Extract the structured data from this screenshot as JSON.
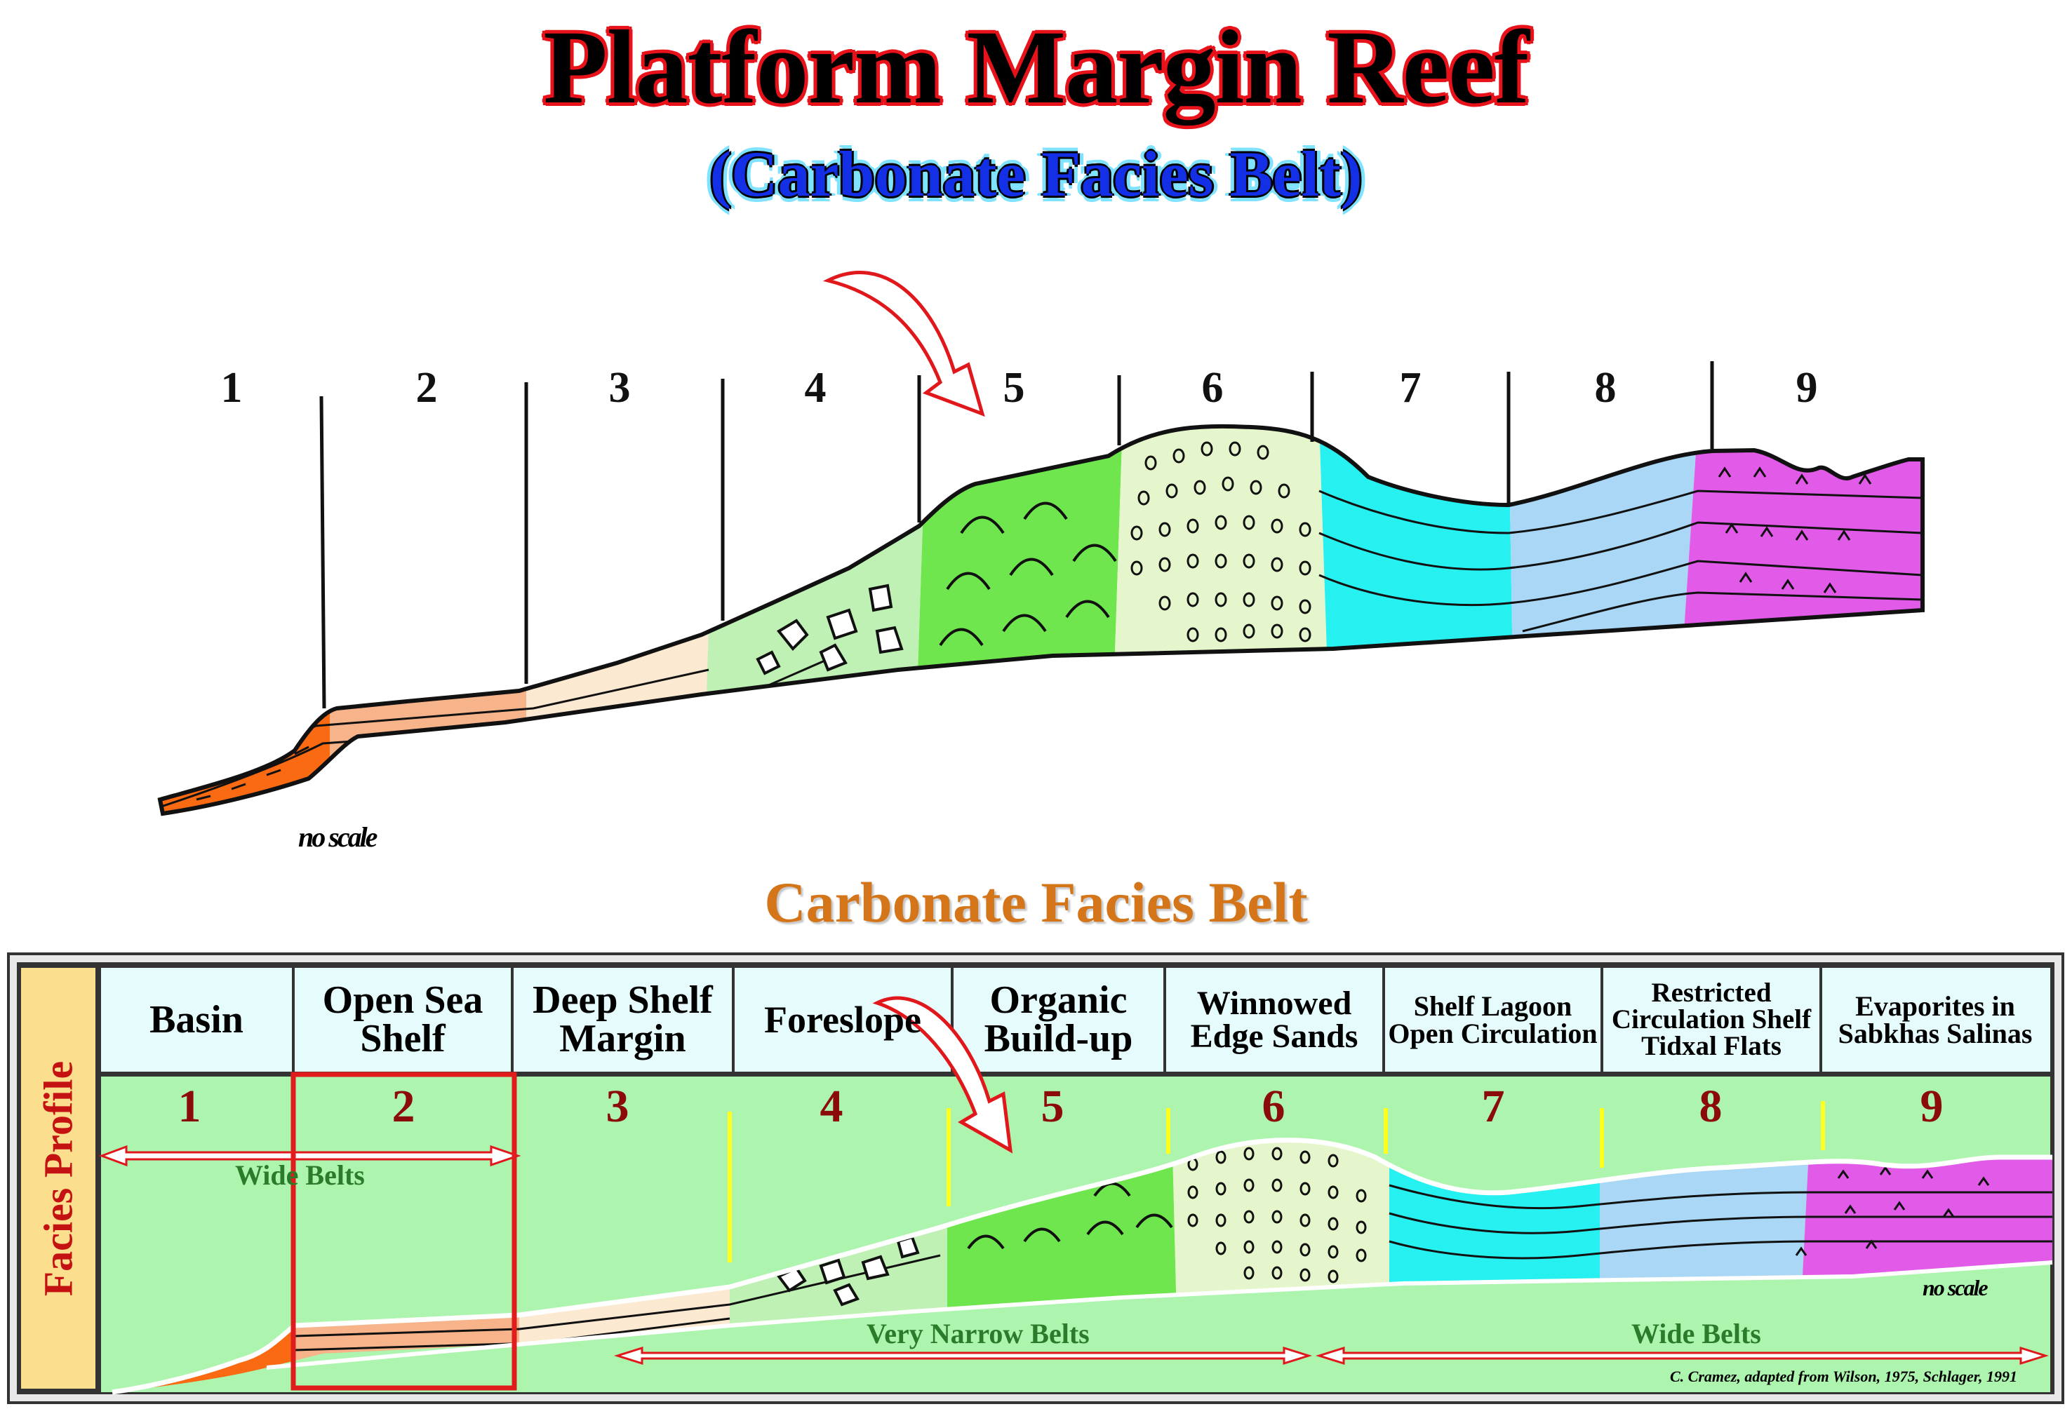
{
  "title": "Platform Margin Reef",
  "subtitle": "(Carbonate Facies Belt)",
  "section_title": "Carbonate Facies Belt",
  "side_label": "Facies Profile",
  "zones": [
    {
      "number": "1",
      "label": "Basin",
      "color": "#f96a12"
    },
    {
      "number": "2",
      "label": "Open Sea Shelf",
      "color": "#f7b48a"
    },
    {
      "number": "3",
      "label": "Deep Shelf Margin",
      "color": "#fce9d2"
    },
    {
      "number": "4",
      "label": "Foreslope",
      "color": "#bff0b4"
    },
    {
      "number": "5",
      "label": "Organic Build-up",
      "color": "#6fe64e"
    },
    {
      "number": "6",
      "label": "Winnowed Edge Sands",
      "color": "#e6f6cc"
    },
    {
      "number": "7",
      "label": "Shelf Lagoon Open Circulation",
      "color": "#27f0f0"
    },
    {
      "number": "8",
      "label": "Restricted Circulation Shelf Tidxal Flats",
      "color": "#a9d7f5"
    },
    {
      "number": "9",
      "label": "Evaporites in Sabkhas Salinas",
      "color": "#e25ae8"
    }
  ],
  "belt_labels": {
    "wide_left": "Wide Belts",
    "very_narrow": "Very Narrow Belts",
    "wide_right": "Wide Belts"
  },
  "no_scale": "no scale",
  "credit": "C. Cramez, adapted from Wilson, 1975, Schlager, 1991",
  "colors": {
    "title_outline": "#e8121a",
    "subtitle": "#1330e6",
    "section_title": "#d57519",
    "panel_background": "#adf5ae",
    "header_background": "#e6fcfc",
    "highlight_box": "#e11c1c",
    "zone_divider_bottom": "#ffff1e"
  }
}
